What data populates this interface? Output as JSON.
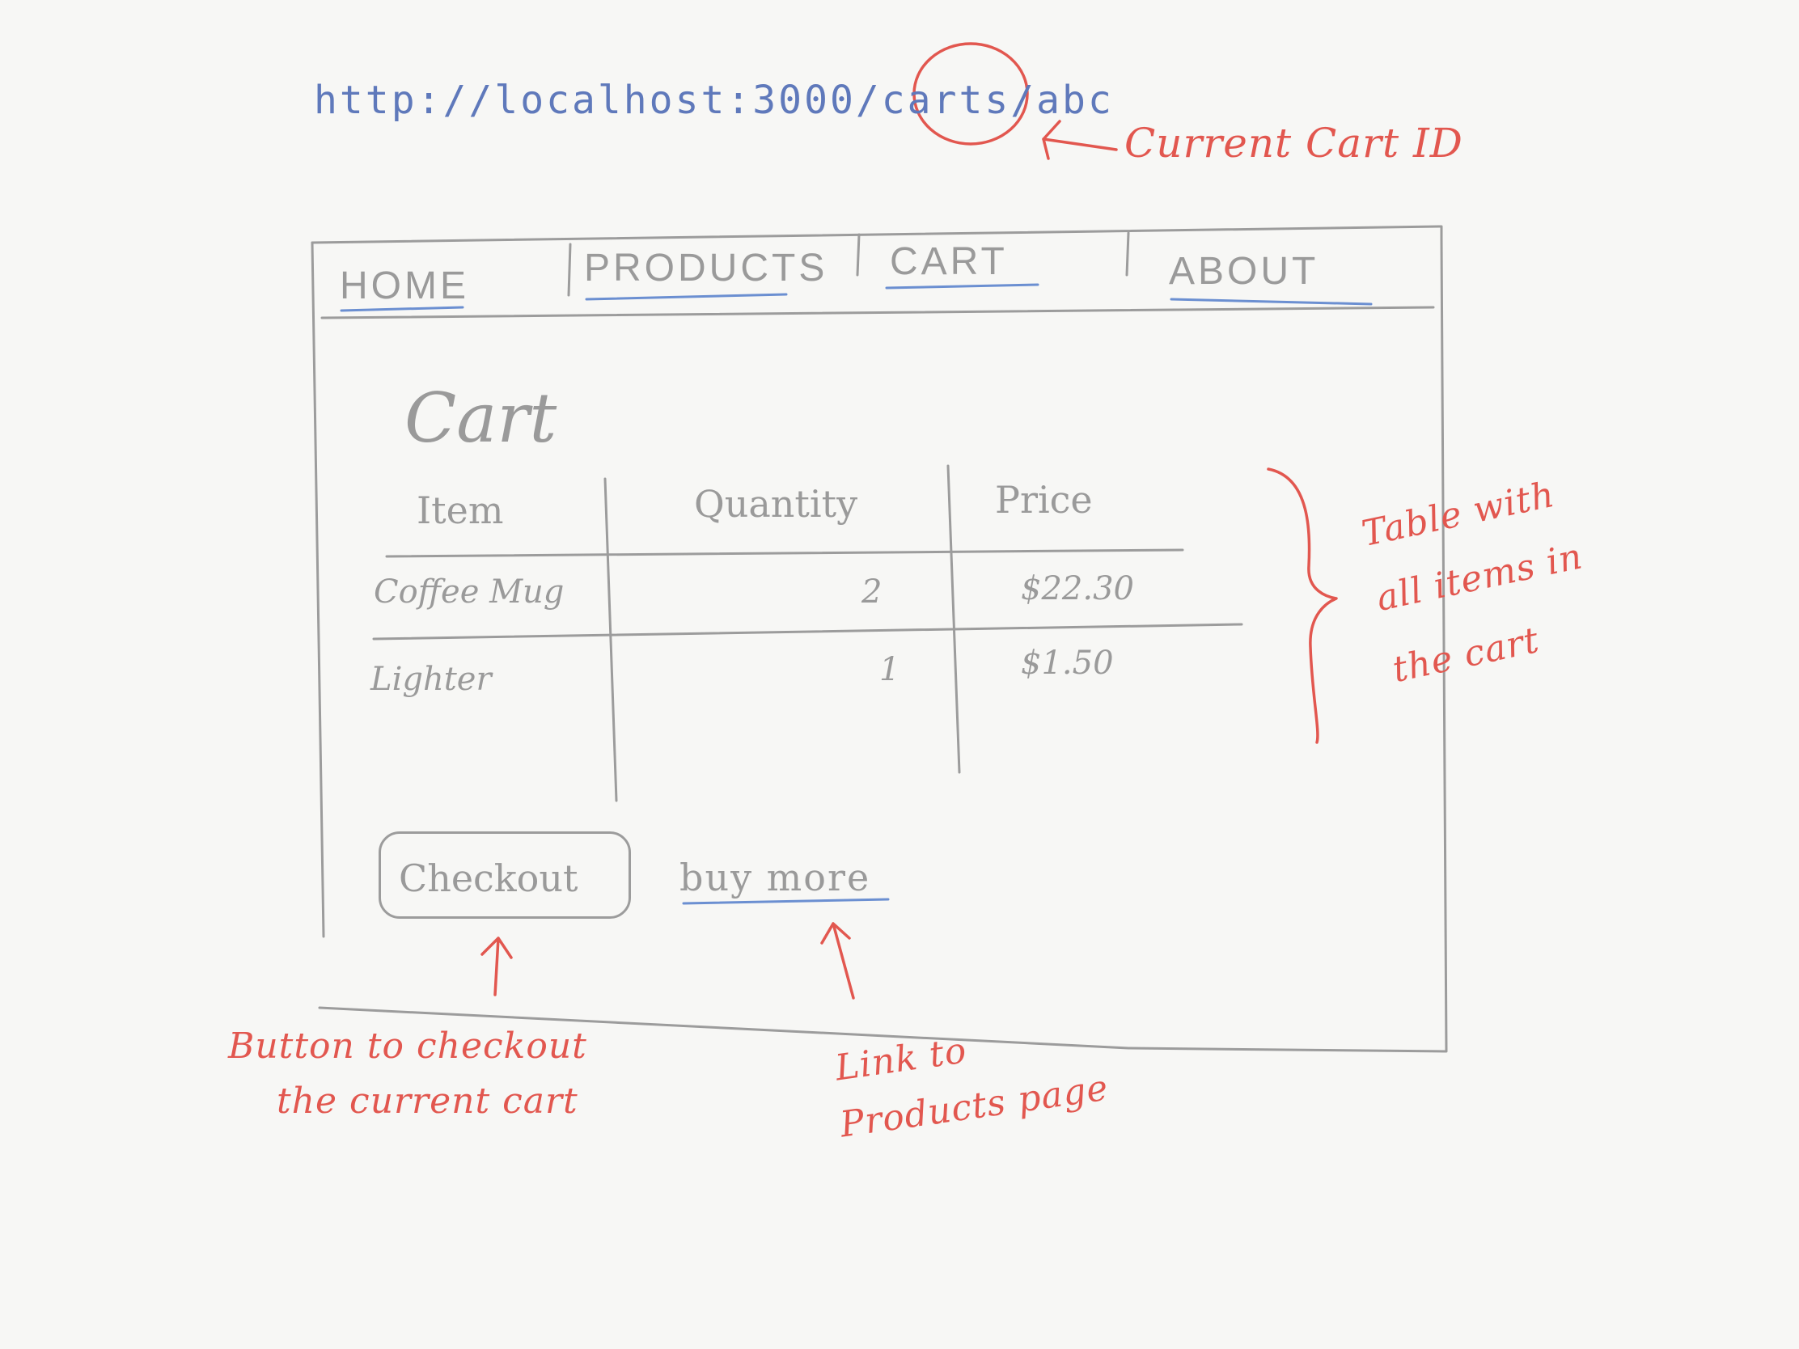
{
  "browser": {
    "url": "http://localhost:3000/carts/abc"
  },
  "nav": {
    "items": [
      "HOME",
      "PRODUCTS",
      "CART",
      "ABOUT"
    ]
  },
  "page": {
    "title": "Cart"
  },
  "cart_table": {
    "headers": [
      "Item",
      "Quantity",
      "Price"
    ],
    "rows": [
      [
        "Coffee Mug",
        "2",
        "$22.30"
      ],
      [
        "Lighter",
        "1",
        "$1.50"
      ]
    ]
  },
  "actions": {
    "checkout_label": "Checkout",
    "buy_more_label": "buy more"
  },
  "annotations": {
    "cart_id": "Current Cart ID",
    "table_line1": "Table with",
    "table_line2": "all items in",
    "table_line3": "the cart",
    "button_line1": "Button to checkout",
    "button_line2": "the current cart",
    "link_line1": "Link to",
    "link_line2": "Products page"
  },
  "colors": {
    "sketch": "#9c9c9c",
    "link_blue": "#5f79bb",
    "annotation_red": "#e2574f"
  }
}
